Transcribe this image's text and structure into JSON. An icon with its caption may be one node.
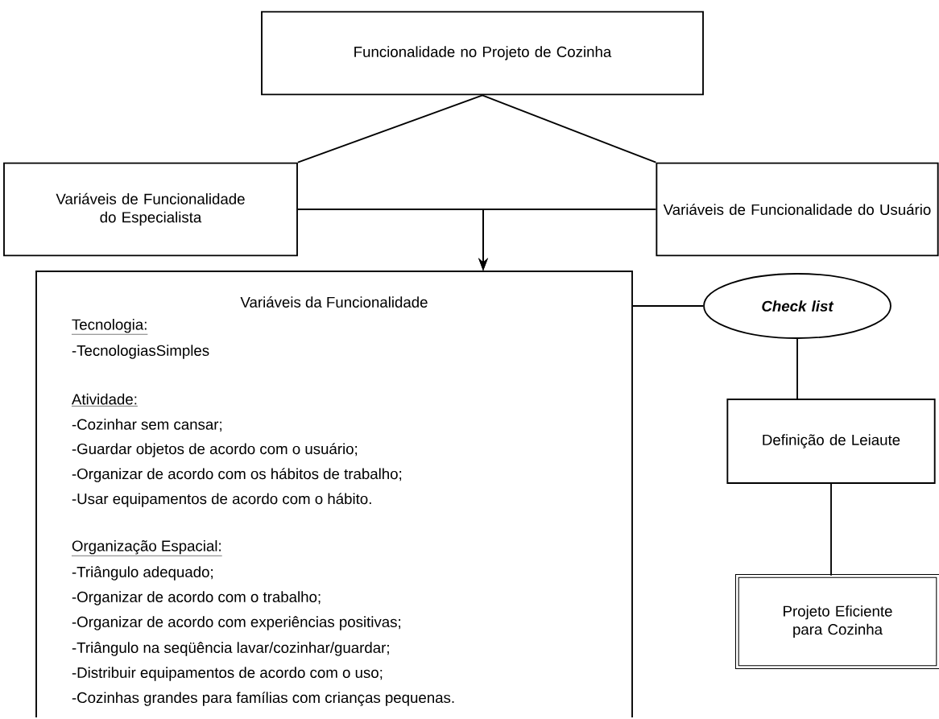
{
  "diagram": {
    "nodes": [
      {
        "text": [
          "Funcionalidade no Projeto de Cozinha"
        ]
      },
      {
        "text": [
          "Variáveis de Funcionalidade do Especialista"
        ]
      },
      {
        "text": [
          "Variáveis de Funcionalidade do Usuário"
        ]
      },
      {
        "text": [
          "Variáveis da Funcionalidade",
          "Tecnologia:",
          "-TecnologiasSimples",
          "Atividade:",
          "-Cozinhar sem cansar;",
          "-Guardar objetos de acordo com o usuário;",
          "-Organizar de acordo com os hábitos de trabalho;",
          "-Usar equipamentos de acordo com o hábito.",
          "Organização Espacial:",
          "-Triângulo adequado;",
          "-Organizar de acordo com o trabalho;",
          "-Organizar de acordo com experiências positivas;",
          "-Triângulo na seqüência lavar/cozinhar/guardar;",
          "-Distribuir equipamentos de acordo com o uso;",
          "-Cozinhas grandes para famílias com crianças pequenas."
        ]
      },
      {
        "text": [
          "Check list"
        ]
      },
      {
        "text": [
          "Definição de Leiaute"
        ]
      },
      {
        "text": [
          "Projeto Eficiente para Cozinha"
        ]
      }
    ],
    "edges": [
      {
        "from": 0,
        "to": 1,
        "arrow": "none"
      },
      {
        "from": 0,
        "to": 2,
        "arrow": "none"
      },
      {
        "from": 1,
        "to": 3,
        "arrow": "to"
      },
      {
        "from": 2,
        "to": 3,
        "arrow": "to"
      },
      {
        "from": 3,
        "to": 4,
        "arrow": "none"
      },
      {
        "from": 4,
        "to": 5,
        "arrow": "none"
      },
      {
        "from": 5,
        "to": 6,
        "arrow": "none"
      }
    ]
  }
}
